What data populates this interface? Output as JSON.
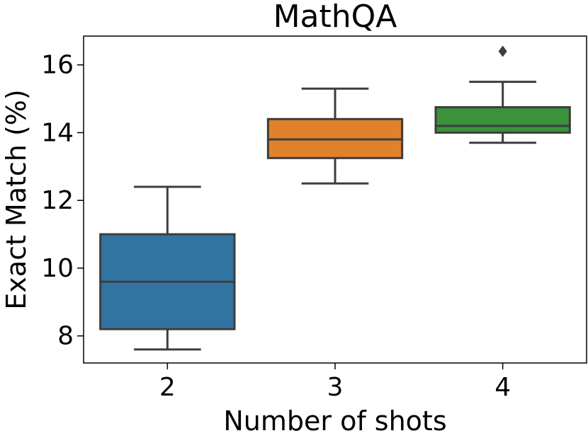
{
  "chart_data": {
    "type": "box",
    "title": "MathQA",
    "xlabel": "Number of shots",
    "ylabel": "Exact Match (%)",
    "categories": [
      "2",
      "3",
      "4"
    ],
    "ylim": [
      7.2,
      16.85
    ],
    "yticks": [
      8,
      10,
      12,
      14,
      16
    ],
    "grid": false,
    "boxes": [
      {
        "category": "2",
        "whisker_low": 7.6,
        "q1": 8.2,
        "median": 9.6,
        "q3": 11.0,
        "whisker_high": 12.4,
        "outliers": [],
        "color": "#3274a1"
      },
      {
        "category": "3",
        "whisker_low": 12.5,
        "q1": 13.25,
        "median": 13.8,
        "q3": 14.4,
        "whisker_high": 15.3,
        "outliers": [],
        "color": "#e1812c"
      },
      {
        "category": "4",
        "whisker_low": 13.7,
        "q1": 14.0,
        "median": 14.2,
        "q3": 14.75,
        "whisker_high": 15.5,
        "outliers": [
          16.4
        ],
        "color": "#3a923a"
      }
    ],
    "line_color": "#3d3d3d"
  }
}
